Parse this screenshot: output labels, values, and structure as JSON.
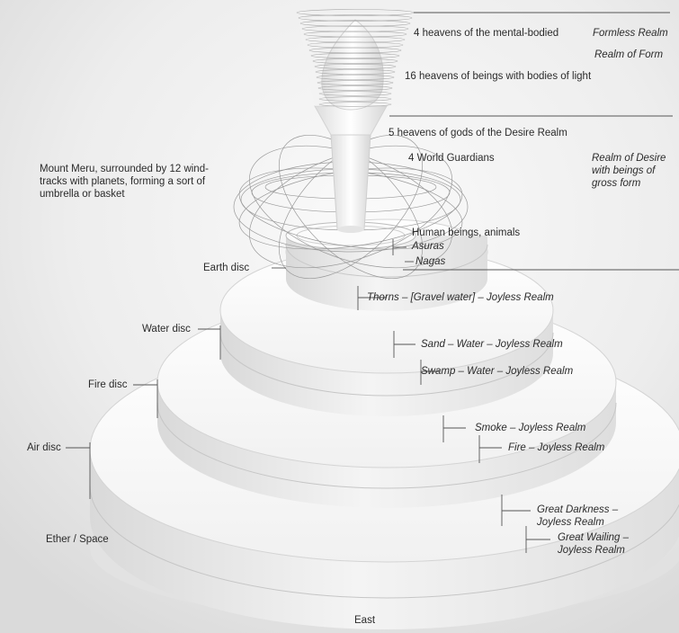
{
  "realms": {
    "formless": "Formless Realm",
    "form": "Realm of Form",
    "desire_line1": "Realm of Desire",
    "desire_line2": "with beings of",
    "desire_line3": "gross form"
  },
  "heavens": {
    "mental": "4 heavens of the mental-bodied",
    "light": "16 heavens of beings with bodies of light",
    "desire_gods": "5 heavens of gods of the Desire Realm",
    "guardians": "4 World Guardians"
  },
  "meru": {
    "line1": "Mount Meru, surrounded by 12 wind-",
    "line2": "tracks with planets, forming a sort of",
    "line3": "umbrella or basket"
  },
  "beings": {
    "humans": "Human beings, animals",
    "asuras": "Asuras",
    "nagas": "Nagas"
  },
  "discs": {
    "earth": "Earth disc",
    "water": "Water disc",
    "fire": "Fire disc",
    "air": "Air disc",
    "ether": "Ether / Space"
  },
  "hells": {
    "thorns": "Thorns – [Gravel water] – Joyless Realm",
    "sand": "Sand – Water – Joyless Realm",
    "swamp": "Swamp – Water – Joyless Realm",
    "smoke": "Smoke – Joyless Realm",
    "fire": "Fire – Joyless Realm",
    "darkness_line1": "Great Darkness –",
    "darkness_line2": "Joyless Realm",
    "wailing_line1": "Great Wailing –",
    "wailing_line2": "Joyless Realm"
  },
  "direction": {
    "east": "East"
  },
  "colors": {
    "background": "#ececec",
    "disc_top": "#fbfbfb",
    "disc_side": "#e2e2e2",
    "line": "#555555",
    "text": "#2b2b2b"
  }
}
